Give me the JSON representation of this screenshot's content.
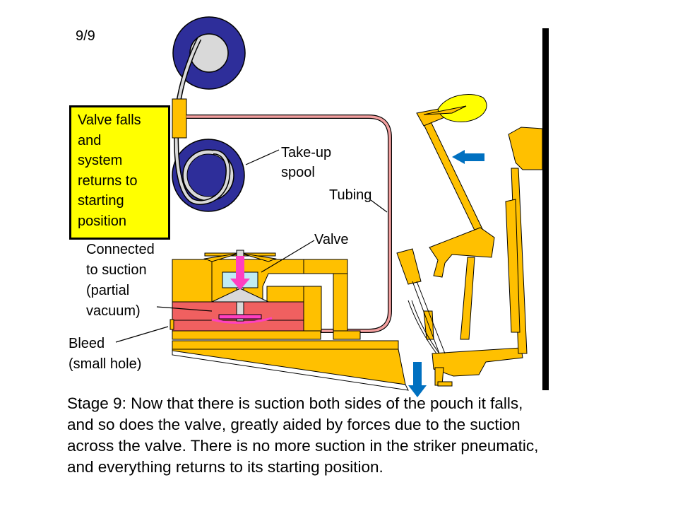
{
  "slide": {
    "page_number": "9/9",
    "callout_lines": [
      "Valve falls",
      "and",
      "system",
      "returns to",
      "starting",
      "position"
    ],
    "caption_lines": [
      "Stage 9: Now that there is suction both sides of the pouch it falls,",
      "and so does the valve, greatly aided by forces due to the suction",
      "across the valve.  There is no more suction in the striker pneumatic,",
      "and everything returns to its starting position."
    ]
  },
  "labels": {
    "take_up_spool": [
      "Take-up",
      "spool"
    ],
    "tubing": "Tubing",
    "valve": "Valve",
    "connected_to_suction": [
      "Connected",
      "to suction",
      "(partial",
      "vacuum)"
    ],
    "bleed": [
      "Bleed",
      "(small hole)"
    ]
  },
  "colors": {
    "spool_blue": "#2e2e9a",
    "spool_hub": "#d9d9d9",
    "wood_yellow": "#ffc000",
    "suction_red": "#f06060",
    "tubing_pink": "#f4a0a0",
    "valve_magenta": "#ff40c0",
    "valve_cyan": "#c0ecf4",
    "arrow_blue": "#0070c0",
    "hammer_yellow": "#ffff00",
    "callout_yellow": "#ffff00"
  }
}
